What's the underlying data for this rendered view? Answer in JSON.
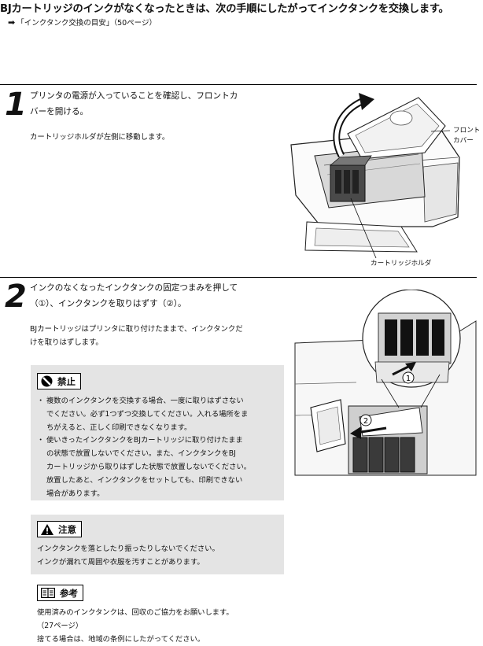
{
  "header": {
    "title": "BJカートリッジのインクがなくなったときは、次の手順にしたがってインクタンクを交換します。",
    "ref_arrow": "➡",
    "ref_text": "「インクタンク交換の目安」（50ページ）"
  },
  "step1": {
    "number": "1",
    "instruction_line1": "プリンタの電源が入っていることを確認し、フロントカ",
    "instruction_line2": "バーを開ける。",
    "note": "カートリッジホルダが左側に移動します。",
    "callout_front_cover_line1": "フロント",
    "callout_front_cover_line2": "カバー",
    "callout_holder": "カートリッジホルダ"
  },
  "step2": {
    "number": "2",
    "instruction_line1": "インクのなくなったインクタンクの固定つまみを押して",
    "instruction_line2": "（①）、インクタンクを取りはずす（②）。",
    "note_line1": "BJカートリッジはプリンタに取り付けたままで、インクタンクだ",
    "note_line2": "けを取りはずします。",
    "marker1": "1",
    "marker2": "2"
  },
  "prohibit_box": {
    "label": "禁止",
    "bullet": "・",
    "item1_lines": [
      "複数のインクタンクを交換する場合、一度に取りはずさない",
      "でください。必ず1つずつ交換してください。入れる場所をま",
      "ちがえると、正しく印刷できなくなります。"
    ],
    "item2_lines": [
      "使いきったインクタンクをBJカートリッジに取り付けたまま",
      "の状態で放置しないでください。また、インクタンクをBJ",
      "カートリッジから取りはずした状態で放置しないでください。",
      "放置したあと、インクタンクをセットしても、印刷できない",
      "場合があります。"
    ]
  },
  "caution_box": {
    "label": "注意",
    "line1": "インクタンクを落としたり振ったりしないでください。",
    "line2": "インクが漏れて周囲や衣服を汚すことがあります。"
  },
  "reference": {
    "label": "参考",
    "line1": "使用済みのインクタンクは、回収のご協力をお願いします。",
    "line2": "（27ページ）",
    "line3": "捨てる場合は、地域の条例にしたがってください。"
  }
}
